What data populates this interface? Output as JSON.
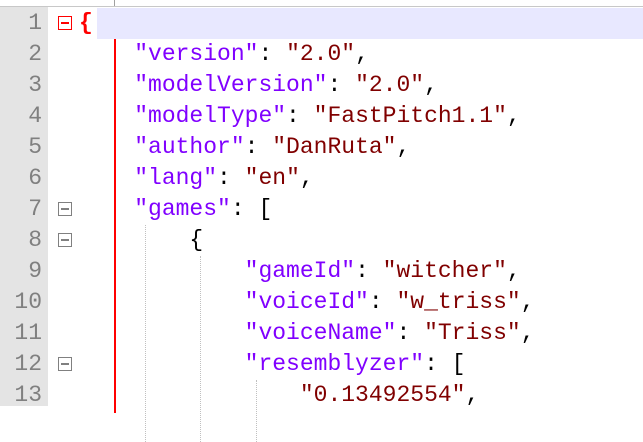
{
  "editor": {
    "line_numbers": [
      "1",
      "2",
      "3",
      "4",
      "5",
      "6",
      "7",
      "8",
      "9",
      "10",
      "11",
      "12",
      "13"
    ],
    "lines": [
      [
        {
          "t": "{",
          "c": "brace-hl"
        }
      ],
      [
        {
          "t": "    "
        },
        {
          "t": "\"version\"",
          "c": "key"
        },
        {
          "t": ": "
        },
        {
          "t": "\"2.0\"",
          "c": "str"
        },
        {
          "t": ","
        }
      ],
      [
        {
          "t": "    "
        },
        {
          "t": "\"modelVersion\"",
          "c": "key"
        },
        {
          "t": ": "
        },
        {
          "t": "\"2.0\"",
          "c": "str"
        },
        {
          "t": ","
        }
      ],
      [
        {
          "t": "    "
        },
        {
          "t": "\"modelType\"",
          "c": "key"
        },
        {
          "t": ": "
        },
        {
          "t": "\"FastPitch1.1\"",
          "c": "str"
        },
        {
          "t": ","
        }
      ],
      [
        {
          "t": "    "
        },
        {
          "t": "\"author\"",
          "c": "key"
        },
        {
          "t": ": "
        },
        {
          "t": "\"DanRuta\"",
          "c": "str"
        },
        {
          "t": ","
        }
      ],
      [
        {
          "t": "    "
        },
        {
          "t": "\"lang\"",
          "c": "key"
        },
        {
          "t": ": "
        },
        {
          "t": "\"en\"",
          "c": "str"
        },
        {
          "t": ","
        }
      ],
      [
        {
          "t": "    "
        },
        {
          "t": "\"games\"",
          "c": "key"
        },
        {
          "t": ": ["
        }
      ],
      [
        {
          "t": "        {"
        }
      ],
      [
        {
          "t": "            "
        },
        {
          "t": "\"gameId\"",
          "c": "key"
        },
        {
          "t": ": "
        },
        {
          "t": "\"witcher\"",
          "c": "str"
        },
        {
          "t": ","
        }
      ],
      [
        {
          "t": "            "
        },
        {
          "t": "\"voiceId\"",
          "c": "key"
        },
        {
          "t": ": "
        },
        {
          "t": "\"w_triss\"",
          "c": "str"
        },
        {
          "t": ","
        }
      ],
      [
        {
          "t": "            "
        },
        {
          "t": "\"voiceName\"",
          "c": "key"
        },
        {
          "t": ": "
        },
        {
          "t": "\"Triss\"",
          "c": "str"
        },
        {
          "t": ","
        }
      ],
      [
        {
          "t": "            "
        },
        {
          "t": "\"resemblyzer\"",
          "c": "key"
        },
        {
          "t": ": ["
        }
      ],
      [
        {
          "t": "                "
        },
        {
          "t": "\"0.13492554\"",
          "c": "str"
        },
        {
          "t": ","
        }
      ]
    ],
    "fold_lines": [
      1,
      7,
      8,
      12
    ],
    "active_fold_line": 1,
    "caret_line": 1
  },
  "colors": {
    "key": "#8000ff",
    "string": "#800000",
    "line_number": "#808080",
    "fold_marker": "#ff0000",
    "caret_line_bg": "#e8e8ff",
    "gutter_bg": "#e4e4e4"
  }
}
